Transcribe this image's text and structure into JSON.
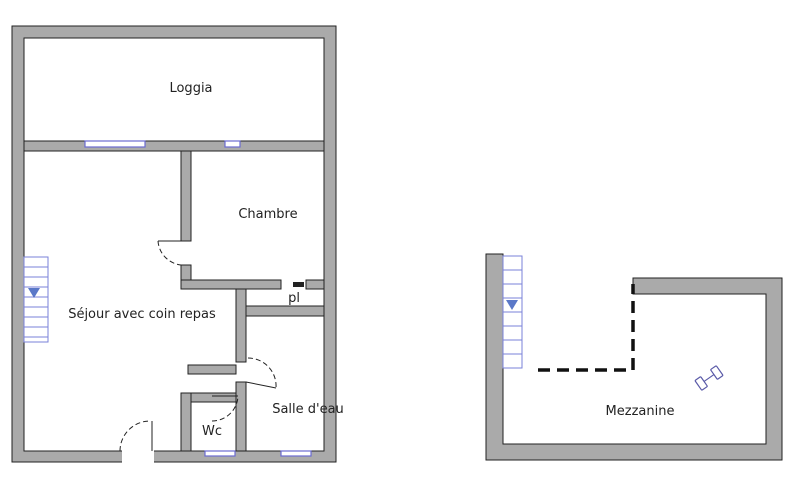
{
  "colors": {
    "wall_fill": "#aaaaaa",
    "wall_stroke": "#222222",
    "window": "#6a6ad0",
    "stair_stroke": "#7a82d8",
    "stair_arrow": "#5a78c8",
    "floor": "#ffffff",
    "text": "#222222"
  },
  "rooms": {
    "loggia": "Loggia",
    "chambre": "Chambre",
    "sejour": "Séjour avec coin repas",
    "pl": "pl",
    "salle_eau": "Salle d'eau",
    "wc": "Wc",
    "mezzanine": "Mezzanine"
  },
  "icons": {
    "stairs": "stairs-icon",
    "stair_arrow": "stair-down-arrow-icon",
    "furniture": "dumbbell-furniture-icon"
  }
}
